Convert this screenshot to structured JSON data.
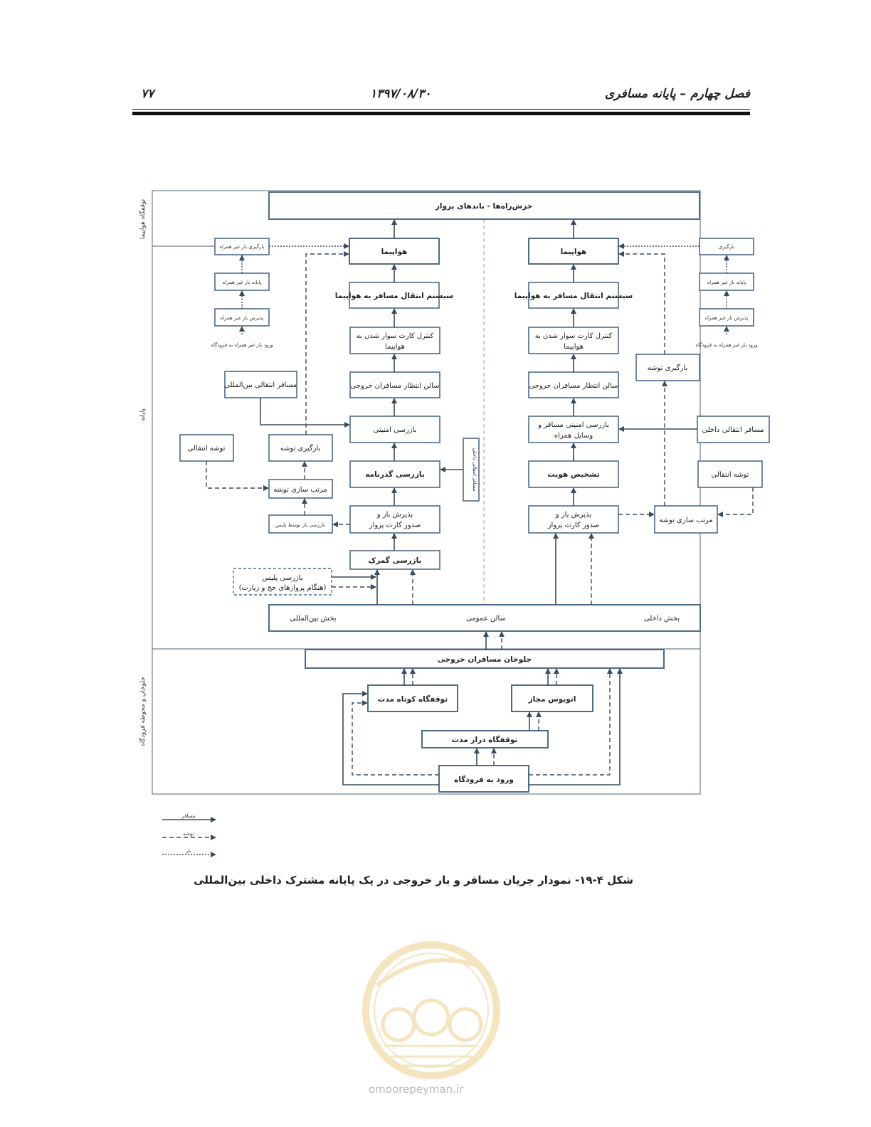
{
  "header": {
    "chapter_title": "فصل چهارم – پایانه مسافری",
    "date": "۱۳۹۷/۰۸/۳۰",
    "page_number": "۷۷"
  },
  "zones": {
    "airside": "توقفگاه هواپیما",
    "terminal": "پایانه",
    "landside": "جلوخان و محوطه فرودگاه"
  },
  "boxes": {
    "taxiways": "خزش‌راه‌ها - باندهای پرواز",
    "aircraft_left": "هواپیما",
    "aircraft_right": "هواپیما",
    "boarding_system_left": "سیستم انتقال مسافر به هواپیما",
    "boarding_system_right": "سیستم انتقال مسافر به هواپیما",
    "boarding_control_left_1": "کنترل کارت سوار شدن به",
    "boarding_control_left_2": "هواپیما",
    "boarding_control_right_1": "کنترل کارت سوار شدن به",
    "boarding_control_right_2": "هواپیما",
    "departure_lounge_left": "سالن انتظار مسافران خروجی",
    "departure_lounge_right": "سالن انتظار مسافران خروجی",
    "security_left": "بازرسی امنیتی",
    "security_right_1": "بازرسی امنیتی مسافر و",
    "security_right_2": "وسایل همراه",
    "passport_control": "بازرسی گذرنامه",
    "identity_check": "تشخیص هویت",
    "checkin_left_1": "پذیرش بار و",
    "checkin_left_2": "صدور کارت پرواز",
    "checkin_right_1": "پذیرش بار و",
    "checkin_right_2": "صدور کارت پرواز",
    "customs": "بازرسی گمرک",
    "police_1": "بازرسی پلیس",
    "police_2": "(هنگام پروازهای حج و زیارت)",
    "intl_transfer_pax": "مسافر انتقالی بین‌المللی",
    "transfer_bag_left": "توشه انتقالی",
    "baggage_loading_left": "بارگیری توشه",
    "baggage_sort_left": "مرتب سازی توشه",
    "police_baggage_check": "بازرسی بار توسط پلیس",
    "domestic_transfer_pax_vertical": "مسافر انتقالی داخلی",
    "domestic_transfer_pax": "مسافر انتقالی داخلی",
    "transfer_bag_right": "توشه انتقالی",
    "baggage_loading_right": "بارگیری توشه",
    "baggage_sort_right": "مرتب سازی توشه",
    "cargo_loading_left": "بارگیری بار غیر همراه",
    "cargo_terminal_left": "پایانه بار غیر همراه",
    "cargo_acceptance_left": "پذیرش بار غیر همراه",
    "cargo_entry_left": "ورود بار غیر همراه به فرودگاه",
    "cargo_loading_right": "بارگیری",
    "cargo_terminal_right": "پایانه بار غیر همراه",
    "cargo_acceptance_right": "پذیرش بار غیر همراه",
    "cargo_entry_right": "ورود بار غیر همراه به فرودگاه",
    "hall_intl": "بخش بین‌المللی",
    "hall_public": "سالن عمومی",
    "hall_domestic": "بخش داخلی",
    "curbside": "جلوخان مسافران خروجی",
    "short_term_parking": "توقفگاه کوتاه مدت",
    "authorized_bus": "اتوبوس مجاز",
    "long_term_parking": "توقفگاه دراز مدت",
    "airport_entry": "ورود به فرودگاه"
  },
  "legend": {
    "passenger": "مسافر",
    "baggage": "توشه",
    "cargo": "بار"
  },
  "caption": "شکل ۴-۱۹- نمودار جریان مسافر و بار خروجی در یک پایانه مشترک داخلی بین‌المللی",
  "watermark": {
    "url": "omoorepeyman.ir"
  },
  "colors": {
    "box_stroke": "#4f6b8a",
    "line": "#3c4c5c",
    "divider": "#e0a070"
  }
}
